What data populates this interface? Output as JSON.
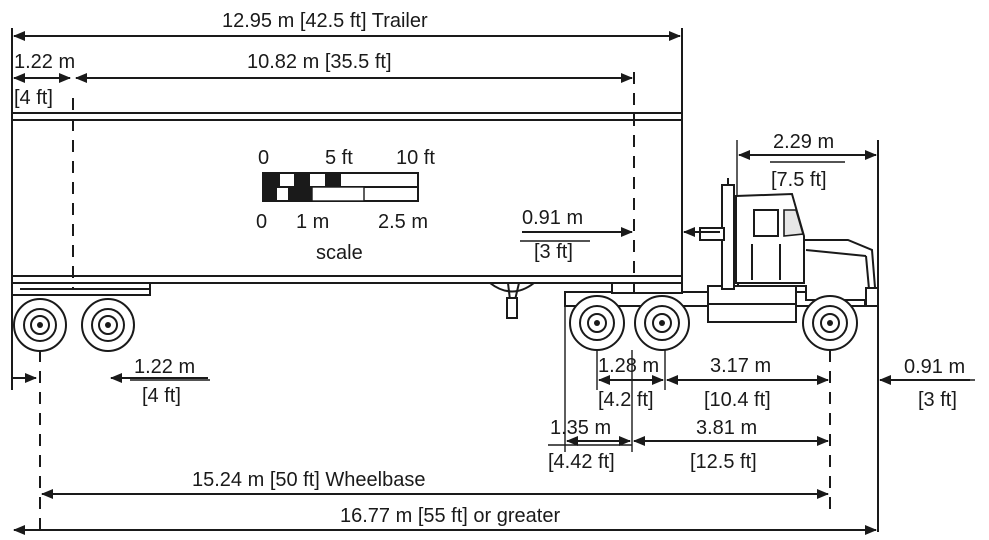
{
  "dimensions": {
    "trailer_length": "12.95 m [42.5 ft] Trailer",
    "front_overhang_m": "1.22 m",
    "front_overhang_ft": "[4 ft]",
    "kingpin_to_axle": "10.82 m [35.5 ft]",
    "cab_length_m": "2.29 m",
    "cab_length_ft": "[7.5 ft]",
    "kingpin_offset_m": "0.91 m",
    "kingpin_offset_ft": "[3 ft]",
    "rear_overhang_m": "1.22 m",
    "rear_overhang_ft": "[4 ft]",
    "tandem_spacing_m": "1.28 m",
    "tandem_spacing_ft": "[4.2 ft]",
    "tractor_wb_m": "3.17 m",
    "tractor_wb_ft": "[10.4 ft]",
    "front_bumper_m": "0.91 m",
    "front_bumper_ft": "[3 ft]",
    "drive_to_center_m": "1.35 m",
    "drive_to_center_ft": "[4.42 ft]",
    "steer_to_center_m": "3.81 m",
    "steer_to_center_ft": "[12.5 ft]",
    "wheelbase": "15.24 m [50 ft] Wheelbase",
    "overall_length": "16.77 m [55 ft] or greater"
  },
  "scale": {
    "ft_labels": [
      "0",
      "5 ft",
      "10 ft"
    ],
    "m_labels": [
      "0",
      "1 m",
      "2.5 m"
    ],
    "caption": "scale"
  }
}
